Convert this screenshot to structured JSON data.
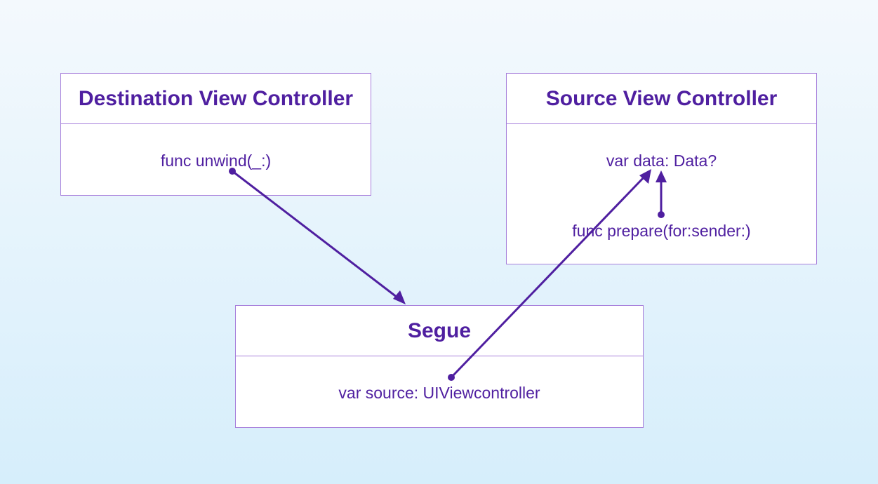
{
  "colors": {
    "accent": "#4f1fa0",
    "box_border": "#a77fdb",
    "background_top": "#f4f9fd",
    "background_bottom": "#d6eefb"
  },
  "boxes": {
    "destination": {
      "title": "Destination View Controller",
      "members": [
        "func unwind(_:)"
      ]
    },
    "source": {
      "title": "Source View Controller",
      "members": [
        "var data: Data?",
        "func prepare(for:sender:)"
      ]
    },
    "segue": {
      "title": "Segue",
      "members": [
        "var source: UIViewcontroller"
      ]
    }
  },
  "connections": [
    {
      "from": "destination.unwind",
      "to": "segue"
    },
    {
      "from": "segue.source",
      "to": "source.data"
    },
    {
      "from": "source.prepare",
      "to": "source.data"
    }
  ]
}
